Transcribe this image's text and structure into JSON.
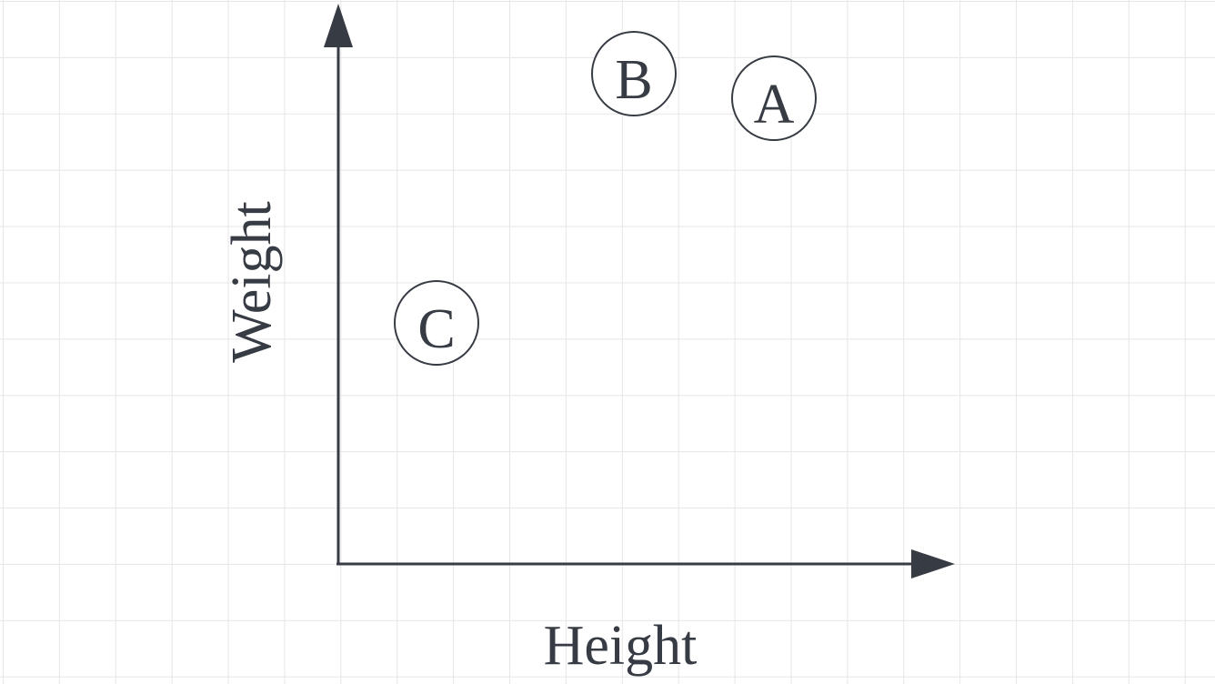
{
  "diagram": {
    "x_axis_label": "Height",
    "y_axis_label": "Weight",
    "nodes": [
      {
        "label": "A"
      },
      {
        "label": "B"
      },
      {
        "label": "C"
      }
    ]
  },
  "colors": {
    "ink": "#363b44",
    "grid": "#e6e6e6",
    "background": "#ffffff"
  }
}
